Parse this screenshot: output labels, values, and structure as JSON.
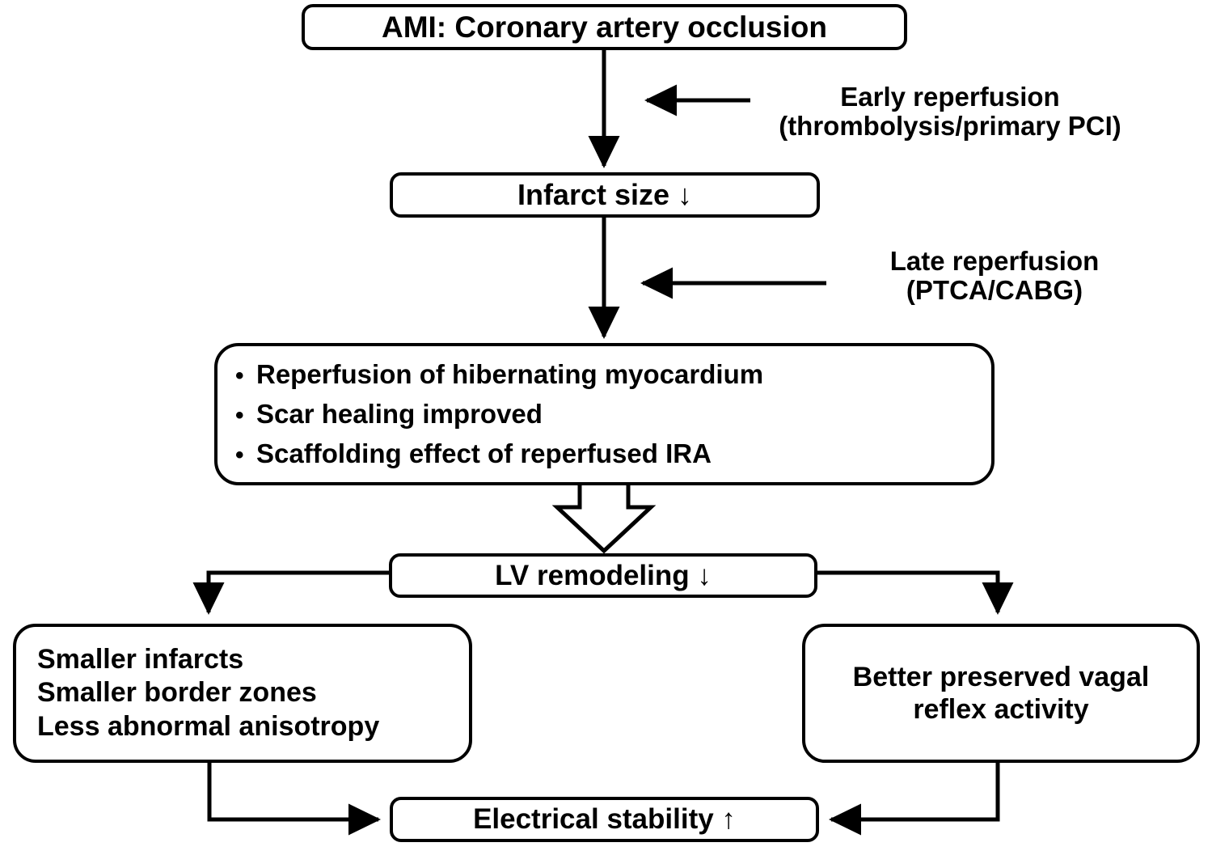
{
  "diagram": {
    "title_flow": "AMI reperfusion and electrical stability pathway",
    "colors": {
      "stroke": "#000000",
      "background": "#ffffff",
      "text": "#000000"
    },
    "nodes": {
      "ami": {
        "id": "ami-box",
        "text": "AMI:  Coronary artery occlusion"
      },
      "infarct": {
        "id": "infarct-size-box",
        "text": "Infarct size ↓"
      },
      "benefits": {
        "id": "benefits-box",
        "bullet_glyph": "•",
        "items": [
          "Reperfusion of hibernating myocardium",
          "Scar healing improved",
          "Scaffolding effect of reperfused IRA"
        ]
      },
      "lv": {
        "id": "lv-remodeling-box",
        "text": "LV remodeling ↓"
      },
      "smaller": {
        "id": "smaller-infarcts-box",
        "lines": [
          "Smaller infarcts",
          "Smaller border zones",
          "Less abnormal anisotropy"
        ]
      },
      "vagal": {
        "id": "vagal-reflex-box",
        "lines": [
          "Better preserved vagal",
          "reflex activity"
        ]
      },
      "electrical": {
        "id": "electrical-stability-box",
        "text": "Electrical stability ↑"
      }
    },
    "annotations": {
      "early_reperfusion": {
        "line1": "Early reperfusion",
        "line2": "(thrombolysis/primary PCI)",
        "arrow": "left-arrow-icon"
      },
      "late_reperfusion": {
        "line1": "Late reperfusion",
        "line2": "(PTCA/CABG)",
        "arrow": "left-arrow-icon"
      }
    },
    "connectors": [
      {
        "name": "ami-to-infarct",
        "type": "arrow-down"
      },
      {
        "name": "early-reperfusion-arrow",
        "type": "arrow-left"
      },
      {
        "name": "infarct-to-benefits",
        "type": "arrow-down"
      },
      {
        "name": "late-reperfusion-arrow",
        "type": "arrow-left"
      },
      {
        "name": "benefits-to-lv",
        "type": "block-arrow-down"
      },
      {
        "name": "lv-to-smaller",
        "type": "elbow-arrow-down-left"
      },
      {
        "name": "lv-to-vagal",
        "type": "elbow-arrow-down-right"
      },
      {
        "name": "smaller-to-electrical",
        "type": "elbow-arrow-right"
      },
      {
        "name": "vagal-to-electrical",
        "type": "elbow-arrow-left"
      }
    ]
  }
}
